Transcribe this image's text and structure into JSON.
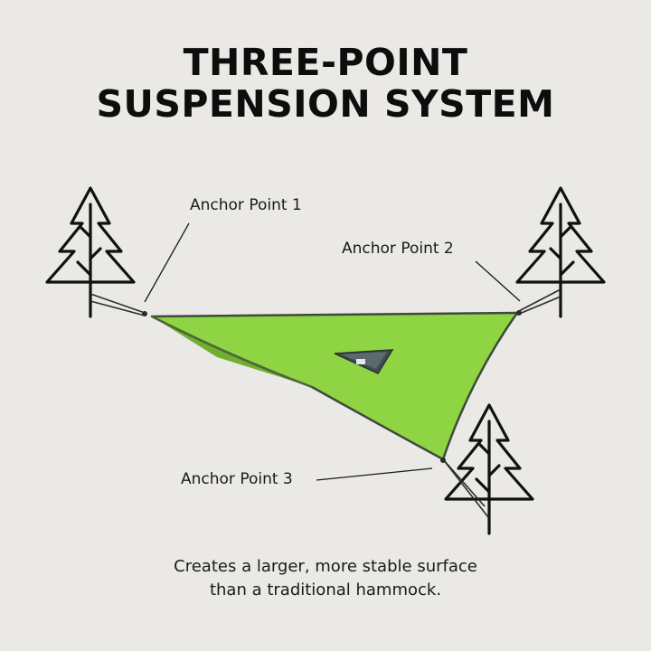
{
  "title": {
    "line1": "THREE-POINT",
    "line2": "SUSPENSION SYSTEM"
  },
  "anchors": [
    {
      "label": "Anchor Point 1"
    },
    {
      "label": "Anchor Point 2"
    },
    {
      "label": "Anchor Point 3"
    }
  ],
  "caption": {
    "line1": "Creates a larger, more stable surface",
    "line2": "than a traditional hammock."
  },
  "icons": [
    "tree-icon",
    "tree-icon",
    "tree-icon"
  ],
  "colors": {
    "background": "#ebe9e5",
    "fabric": "#8fd442",
    "fabric_shadow": "#6fb02f",
    "edge": "#3e4a3c",
    "ink": "#111111"
  }
}
